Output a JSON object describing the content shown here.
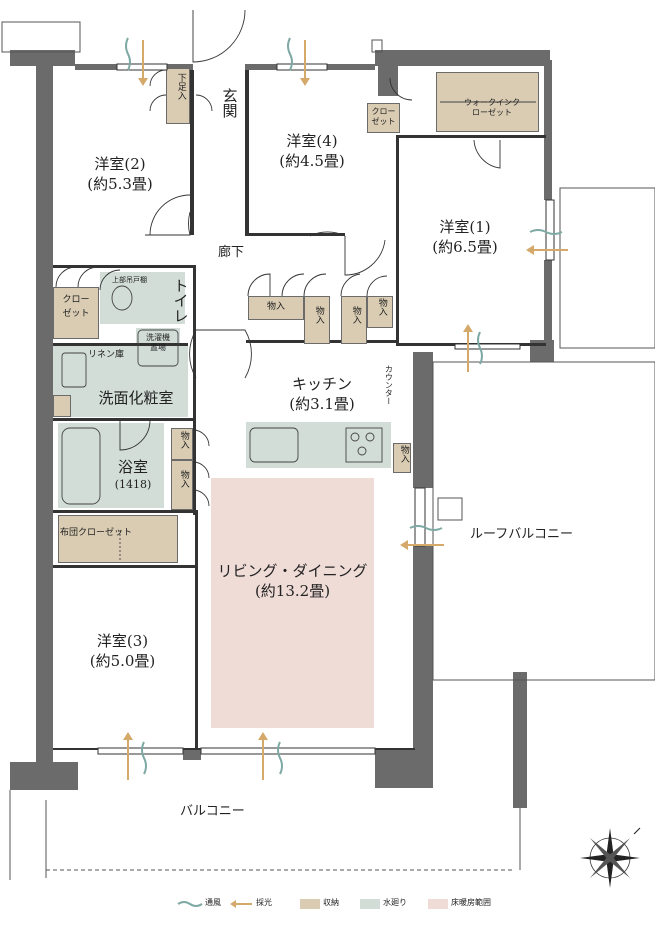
{
  "rooms": {
    "western2": {
      "name": "洋室(2)",
      "area": "(約5.3畳)"
    },
    "western4": {
      "name": "洋室(4)",
      "area": "(約4.5畳)"
    },
    "western1": {
      "name": "洋室(1)",
      "area": "(約6.5畳)"
    },
    "western3": {
      "name": "洋室(3)",
      "area": "(約5.0畳)"
    },
    "kitchen": {
      "name": "キッチン",
      "area": "(約3.1畳)"
    },
    "living": {
      "name": "リビング・ダイニング",
      "area": "(約13.2畳)"
    },
    "bath": {
      "name": "浴室",
      "area": "(1418)"
    },
    "washroom": {
      "name": "洗面化粧室"
    },
    "toilet": {
      "name": "トイレ"
    },
    "entrance": {
      "name": "玄関"
    },
    "hallway": {
      "name": "廊下"
    }
  },
  "storage": {
    "shoe": "下足入",
    "closet_w2": "クローゼット",
    "closet_w4": "クローゼット",
    "walkin": "ウォークインクローゼット",
    "mono1": "物入",
    "mono2": "物入",
    "mono3": "物入",
    "mono4": "物入",
    "mono5": "物入",
    "mono6": "物入",
    "mono7": "物入",
    "futon": "布団クローゼット",
    "linen": "リネン庫",
    "toilet_shelf": "上部吊戸棚",
    "washer": "洗濯機置場",
    "counter": "カウンター"
  },
  "outdoor": {
    "balcony": "バルコニー",
    "roof_balcony": "ルーフバルコニー"
  },
  "legend": {
    "ventilation": "通風",
    "daylight": "採光",
    "storage": "収納",
    "water": "水廻り",
    "floor_heating": "床暖房範囲"
  },
  "colors": {
    "wall": "#6b6b6b",
    "storage": "#d9ccb3",
    "water": "#d2ddd8",
    "floor_heating": "#f0dcd7",
    "ventilation": "#7fa9a4",
    "daylight": "#d4a96a"
  }
}
